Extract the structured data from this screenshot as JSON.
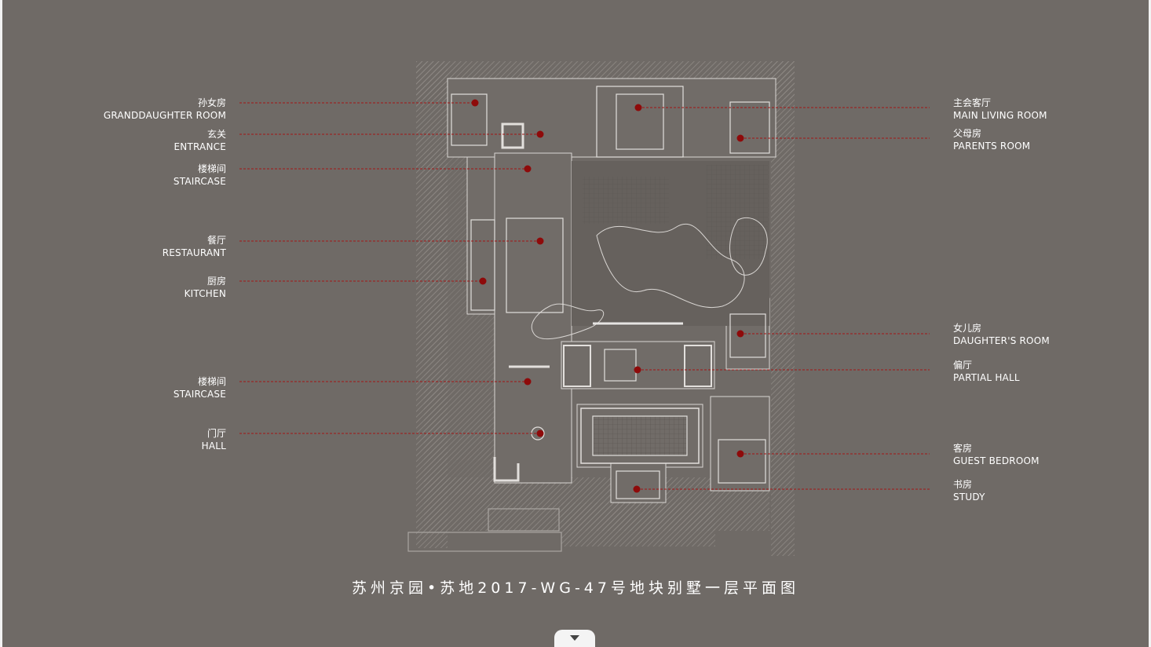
{
  "title": "苏州京园•苏地2017-WG-47号地块别墅一层平面图",
  "colors": {
    "background": "#6f6a66",
    "marker": "#8e0a0a",
    "leader": "#a31515",
    "line": "#d9d6d3",
    "hatch": "#8a8581"
  },
  "labels_left": [
    {
      "cn": "孙女房",
      "en": "GRANDDAUGHTER ROOM"
    },
    {
      "cn": "玄关",
      "en": "ENTRANCE"
    },
    {
      "cn": "楼梯间",
      "en": "STAIRCASE"
    },
    {
      "cn": "餐厅",
      "en": "RESTAURANT"
    },
    {
      "cn": "厨房",
      "en": "KITCHEN"
    },
    {
      "cn": "楼梯间",
      "en": "STAIRCASE"
    },
    {
      "cn": "门厅",
      "en": "HALL"
    }
  ],
  "labels_right": [
    {
      "cn": "主会客厅",
      "en": "MAIN LIVING ROOM"
    },
    {
      "cn": "父母房",
      "en": "PARENTS ROOM"
    },
    {
      "cn": "女儿房",
      "en": "DAUGHTER'S ROOM"
    },
    {
      "cn": "偏厅",
      "en": "PARTIAL HALL"
    },
    {
      "cn": "客房",
      "en": "GUEST BEDROOM"
    },
    {
      "cn": "书房",
      "en": "STUDY"
    }
  ],
  "scroll_button_icon": "chevron-down-icon"
}
